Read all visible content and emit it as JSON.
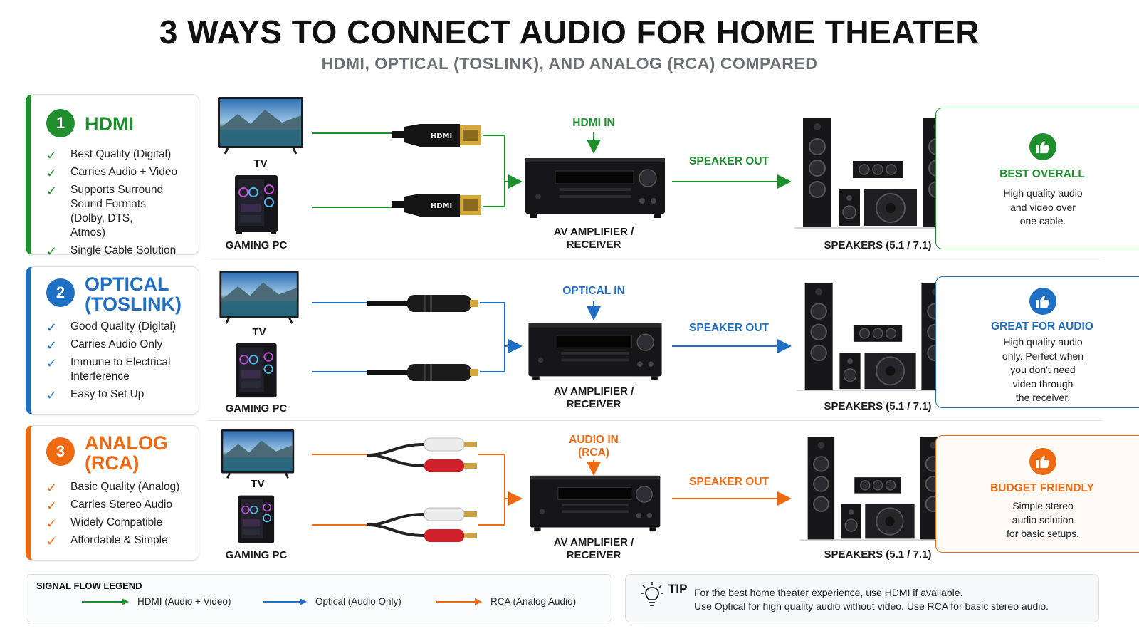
{
  "header": {
    "title": "3 WAYS TO CONNECT AUDIO FOR HOME THEATER",
    "subtitle": "HDMI, OPTICAL (TOSLINK), AND ANALOG (RCA) COMPARED"
  },
  "colors": {
    "hdmi": "#1f8f2e",
    "optical": "#1f6fc5",
    "rca": "#ee6a12"
  },
  "rows": [
    {
      "num": "1",
      "title_lines": [
        "HDMI"
      ],
      "features": [
        "Best Quality (Digital)",
        "Carries Audio + Video",
        "Supports Surround Sound Formats (Dolby, DTS, Atmos)",
        "Single Cable Solution"
      ],
      "tv_label": "TV",
      "pc_label": "GAMING PC",
      "cable_text": "HDMI",
      "input_lines": [
        "HDMI IN"
      ],
      "amp_label_lines": [
        "AV AMPLIFIER /",
        "RECEIVER"
      ],
      "speaker_out": "SPEAKER OUT",
      "speakers_label": "SPEAKERS (5.1 / 7.1)",
      "rec_title": "BEST OVERALL",
      "rec_lines": [
        "High quality audio",
        "and video over",
        "one cable."
      ]
    },
    {
      "num": "2",
      "title_lines": [
        "OPTICAL",
        "(TOSLINK)"
      ],
      "features": [
        "Good Quality (Digital)",
        "Carries Audio Only",
        "Immune to Electrical Interference",
        "Easy to Set Up"
      ],
      "tv_label": "TV",
      "pc_label": "GAMING PC",
      "input_lines": [
        "OPTICAL IN"
      ],
      "amp_label_lines": [
        "AV AMPLIFIER /",
        "RECEIVER"
      ],
      "speaker_out": "SPEAKER OUT",
      "speakers_label": "SPEAKERS (5.1 / 7.1)",
      "rec_title": "GREAT FOR AUDIO",
      "rec_lines": [
        "High quality audio",
        "only. Perfect when",
        "you don't need",
        "video through",
        "the receiver."
      ]
    },
    {
      "num": "3",
      "title_lines": [
        "ANALOG",
        "(RCA)"
      ],
      "features": [
        "Basic Quality (Analog)",
        "Carries Stereo Audio",
        "Widely Compatible",
        "Affordable & Simple"
      ],
      "tv_label": "TV",
      "pc_label": "GAMING PC",
      "input_lines": [
        "AUDIO IN",
        "(RCA)"
      ],
      "amp_label_lines": [
        "AV AMPLIFIER /",
        "RECEIVER"
      ],
      "speaker_out": "SPEAKER OUT",
      "speakers_label": "SPEAKERS (5.1 / 7.1)",
      "rec_title": "BUDGET FRIENDLY",
      "rec_lines": [
        "Simple stereo",
        "audio solution",
        "for basic setups."
      ]
    }
  ],
  "legend": {
    "title": "SIGNAL FLOW LEGEND",
    "items": [
      "HDMI (Audio + Video)",
      "Optical (Audio Only)",
      "RCA (Analog Audio)"
    ]
  },
  "tip": {
    "label": "TIP",
    "line1": "For the best home theater experience, use HDMI if available.",
    "line2": "Use Optical for high quality audio without video. Use RCA for basic stereo audio."
  },
  "icons": {
    "check": "check-icon",
    "thumb": "thumbs-up-icon",
    "bulb": "lightbulb-icon"
  }
}
